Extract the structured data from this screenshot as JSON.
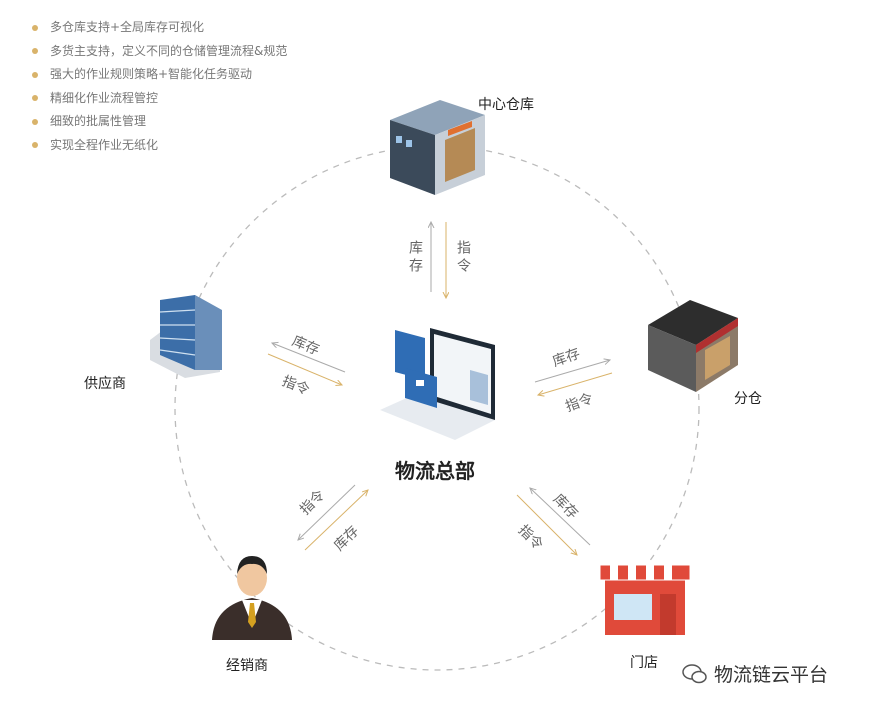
{
  "features": [
    "多仓库支持+全局库存可视化",
    "多货主支持，定义不同的仓储管理流程&规范",
    "强大的作业规则策略+智能化任务驱动",
    "精细化作业流程管控",
    "细致的批属性管理",
    "实现全程作业无纸化"
  ],
  "nodes": {
    "center": "物流总部",
    "warehouse": "中心仓库",
    "branch": "分仓",
    "store": "门店",
    "dealer": "经销商",
    "supplier": "供应商"
  },
  "flow": {
    "inventory": "库存",
    "instruction": "指令"
  },
  "brand": "物流链云平台",
  "colors": {
    "inventory": "#aaaaaa",
    "instruction": "#d9b36a",
    "accent": "#2f6db5"
  }
}
